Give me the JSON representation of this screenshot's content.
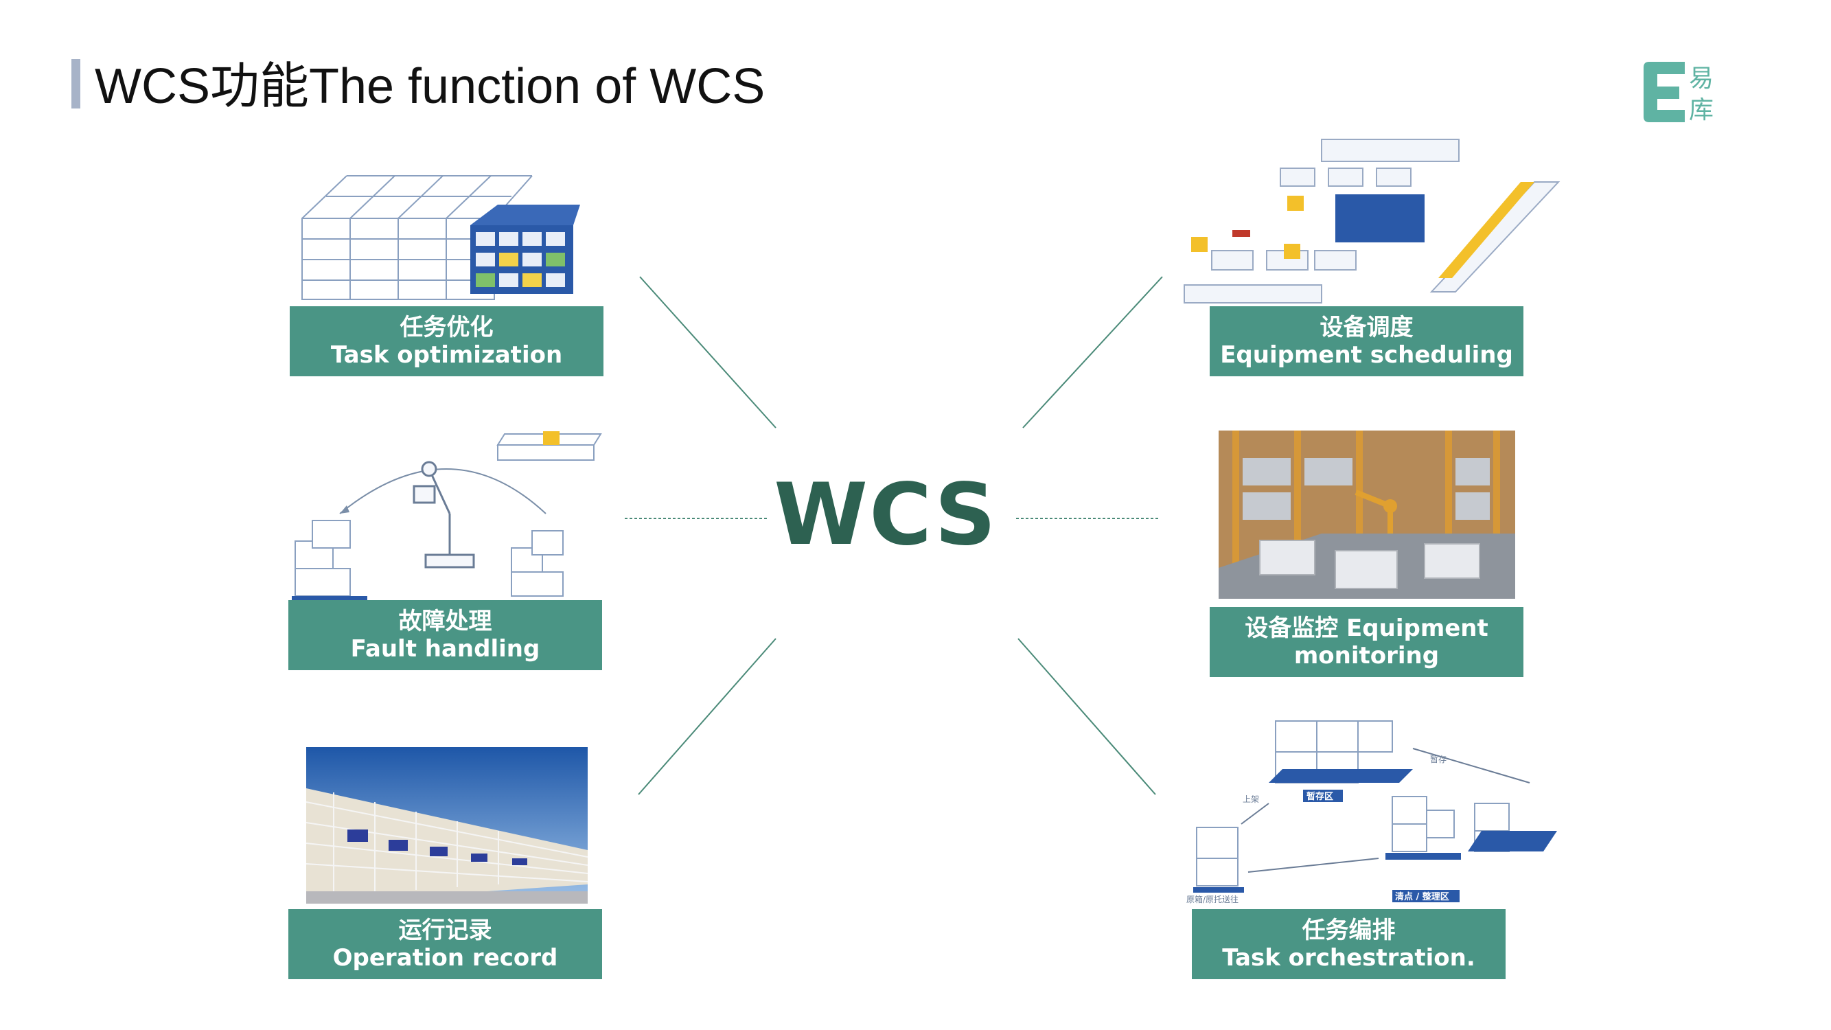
{
  "slide": {
    "title": "WCS功能The function of WCS",
    "center_label": "WCS",
    "logo_text": {
      "line1": "易",
      "line2": "库"
    }
  },
  "colors": {
    "accent": "#4a9585",
    "center_text": "#2d6151",
    "title_bar": "#a7b3c8",
    "connector": "#4a8a78"
  },
  "functions": [
    {
      "cn": "任务优化",
      "en": "Task optimization",
      "icon": "warehouse-shelves-illustration"
    },
    {
      "cn": "设备调度",
      "en": "Equipment scheduling",
      "icon": "agv-dispatch-illustration"
    },
    {
      "cn": "故障处理",
      "en": "Fault handling",
      "icon": "robot-arm-illustration"
    },
    {
      "cn": "设备监控 Equipment",
      "en": "monitoring",
      "icon": "monitoring-photo"
    },
    {
      "cn": "运行记录",
      "en": "Operation record",
      "icon": "warehouse-photo"
    },
    {
      "cn": "任务编排",
      "en": "Task orchestration.",
      "icon": "pallet-flow-illustration"
    }
  ],
  "diagram_labels": {
    "zone_temp": "暂存区",
    "zone_count": "清点 / 整理区",
    "temp": "暂存",
    "shelve": "上架",
    "origin": "原箱/原托送往"
  }
}
